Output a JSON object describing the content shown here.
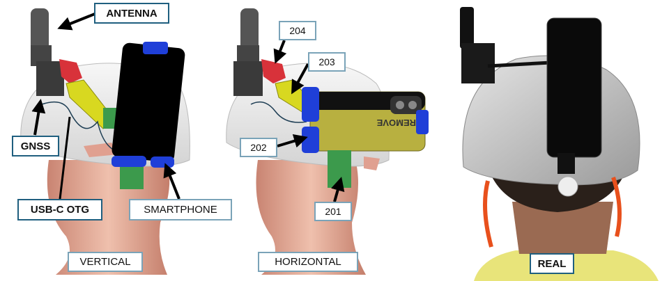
{
  "labels": {
    "antenna": "ANTENNA",
    "gnss": "GNSS",
    "usbc_otg": "USB-C OTG",
    "smartphone": "SMARTPHONE",
    "vertical": "VERTICAL",
    "n204": "204",
    "n203": "203",
    "n202": "202",
    "n201": "201",
    "horizontal": "HORIZONTAL",
    "real": "REAL"
  },
  "phone_case_text": "REMOVE",
  "colors": {
    "mount_red": "#d8323a",
    "arm_yellow": "#d8d820",
    "clip_blue": "#1f3fd8",
    "bracket_green": "#3c9a4c",
    "case_olive": "#b8b040",
    "label_border": "#1f5f7f",
    "skin": "#e2a793",
    "strap_orange": "#e8501c"
  }
}
